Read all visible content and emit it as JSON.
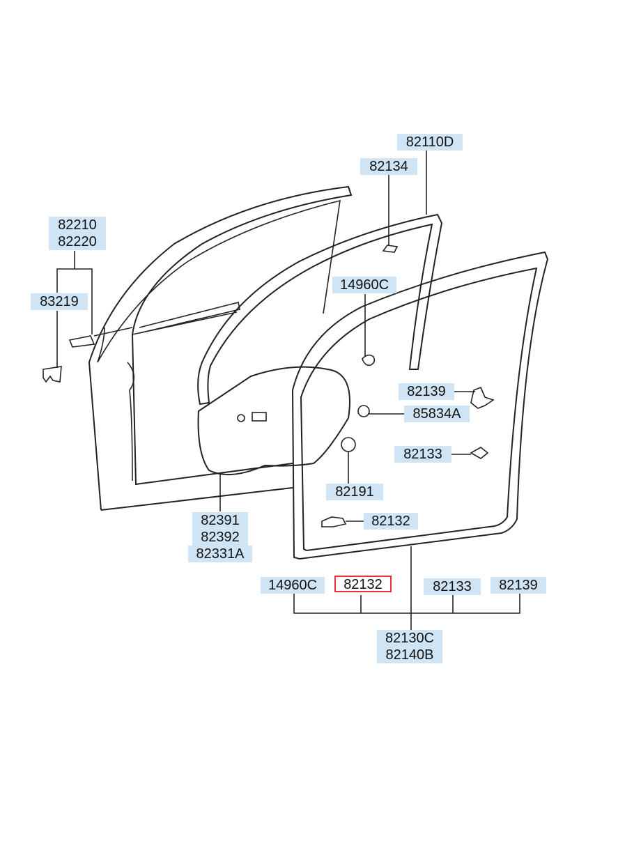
{
  "labels": {
    "p82110D": "82110D",
    "p82134": "82134",
    "p82210": "82210",
    "p82220": "82220",
    "p83219": "83219",
    "p14960C_top": "14960C",
    "p82139_top": "82139",
    "p85834A": "85834A",
    "p82133_top": "82133",
    "p82191": "82191",
    "p82132_top": "82132",
    "p82391": "82391",
    "p82392": "82392",
    "p82331A": "82331A",
    "p14960C_bottom": "14960C",
    "p82132_bottom": "82132",
    "p82133_bottom": "82133",
    "p82139_bottom": "82139",
    "p82130C": "82130C",
    "p82140B": "82140B"
  },
  "colors": {
    "label_background": "#cfe5f6",
    "highlight_border": "#e8313b",
    "line": "#222222"
  }
}
